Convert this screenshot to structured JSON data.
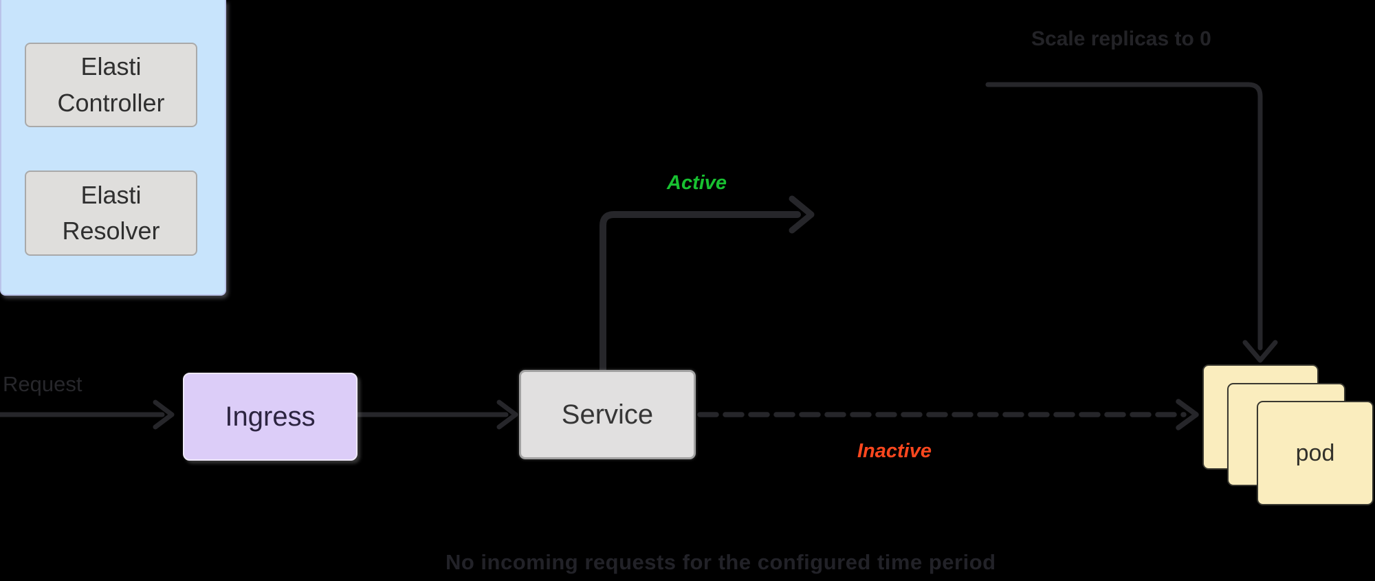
{
  "diagram": {
    "title_note": "No incoming requests for the configured time period",
    "labels": {
      "request": "Request",
      "scale_replicas": "Scale replicas to 0",
      "active": "Active",
      "inactive": "Inactive"
    },
    "nodes": {
      "ingress": {
        "label": "Ingress",
        "fill": "#dccdf8"
      },
      "service": {
        "label": "Service",
        "fill": "#e1e0e0"
      },
      "elasti_controller": {
        "label_line1": "Elasti",
        "label_line2": "Controller",
        "fill": "#dfdedc"
      },
      "elasti_resolver": {
        "label_line1": "Elasti",
        "label_line2": "Resolver",
        "fill": "#dfdedc"
      },
      "pod": {
        "label": "pod",
        "fill": "#faedbe",
        "count_visible": 3
      }
    },
    "groups": {
      "elasti_group": {
        "fill": "#c8e4fc"
      }
    },
    "colors": {
      "background": "#000000",
      "arrow": "#26262a",
      "active_text": "#18c131",
      "inactive_text": "#fb471e",
      "muted_text": "#232327"
    },
    "edges": [
      {
        "from": "request",
        "to": "ingress",
        "style": "solid"
      },
      {
        "from": "ingress",
        "to": "service",
        "style": "solid"
      },
      {
        "from": "service",
        "to": "elasti_resolver",
        "style": "solid",
        "label": "Active"
      },
      {
        "from": "elasti_controller",
        "to": "pod",
        "style": "solid",
        "label": "Scale replicas to 0"
      },
      {
        "from": "service",
        "to": "pod",
        "style": "dashed",
        "label": "Inactive"
      }
    ]
  }
}
